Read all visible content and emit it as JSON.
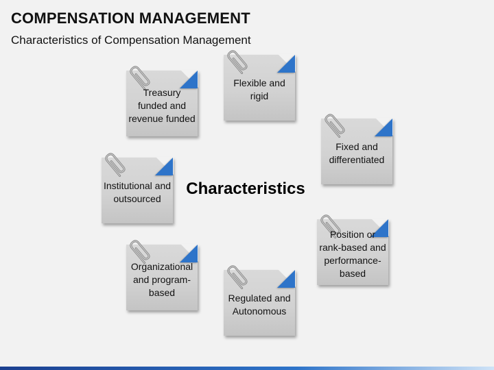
{
  "header": {
    "title": "COMPENSATION MANAGEMENT",
    "subtitle": "Characteristics of Compensation Management"
  },
  "center": {
    "label": "Characteristics"
  },
  "notes": [
    {
      "label": "Treasury funded and revenue funded"
    },
    {
      "label": "Flexible and rigid"
    },
    {
      "label": "Fixed and differentiated"
    },
    {
      "label": "Institutional and outsourced"
    },
    {
      "label": "Position or rank-based and performance-based"
    },
    {
      "label": "Organizational and program-based"
    },
    {
      "label": "Regulated and Autonomous"
    }
  ],
  "colors": {
    "accent": "#2e74c9",
    "note_fill": "#d4d4d4",
    "background": "#f2f2f2"
  },
  "icons": {
    "note_clip": "paperclip-icon"
  }
}
